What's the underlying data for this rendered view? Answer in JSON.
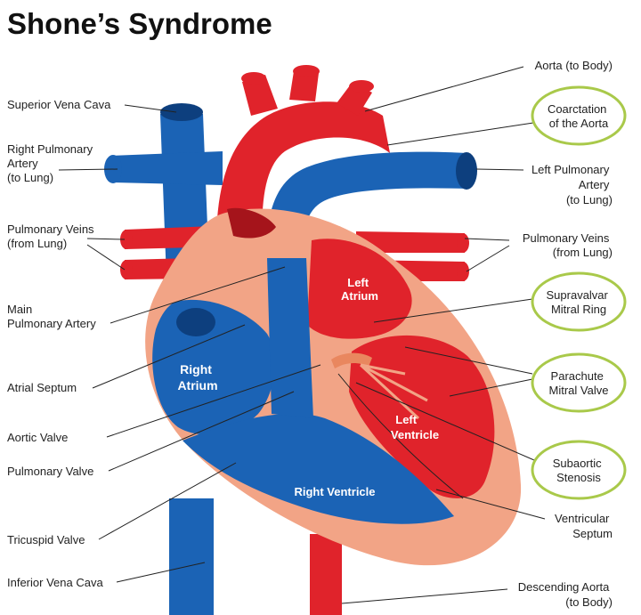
{
  "title": "Shone’s Syndrome",
  "colors": {
    "artery_red": "#e0232b",
    "artery_dark": "#a5141b",
    "vein_blue": "#1b63b5",
    "vein_dark": "#0d3f7e",
    "tissue": "#f2a486",
    "highlight_ring": "#a9c94a"
  },
  "labels_left": {
    "superior_vena_cava": [
      "Superior Vena Cava"
    ],
    "right_pulmonary_artery": [
      "Right Pulmonary",
      "Artery",
      "(to Lung)"
    ],
    "pulmonary_veins_left": [
      "Pulmonary Veins",
      "(from Lung)"
    ],
    "main_pulmonary_artery": [
      "Main",
      "Pulmonary Artery"
    ],
    "atrial_septum": [
      "Atrial Septum"
    ],
    "aortic_valve": [
      "Aortic Valve"
    ],
    "pulmonary_valve": [
      "Pulmonary Valve"
    ],
    "tricuspid_valve": [
      "Tricuspid Valve"
    ],
    "inferior_vena_cava": [
      "Inferior Vena Cava"
    ]
  },
  "labels_right": {
    "aorta_to_body": [
      "Aorta (to Body)"
    ],
    "coarctation": [
      "Coarctation",
      "of the Aorta"
    ],
    "left_pulmonary_artery": [
      "Left Pulmonary",
      "Artery",
      "(to Lung)"
    ],
    "pulmonary_veins_right": [
      "Pulmonary Veins",
      "(from Lung)"
    ],
    "supravalvar_mitral_ring": [
      "Supravalvar",
      "Mitral Ring"
    ],
    "parachute_mitral_valve": [
      "Parachute",
      "Mitral Valve"
    ],
    "subaortic_stenosis": [
      "Subaortic",
      "Stenosis"
    ],
    "ventricular_septum": [
      "Ventricular",
      "Septum"
    ],
    "descending_aorta": [
      "Descending Aorta",
      "(to Body)"
    ]
  },
  "chambers": {
    "left_atrium": [
      "Left",
      "Atrium"
    ],
    "right_atrium": [
      "Right",
      "Atrium"
    ],
    "left_ventricle": [
      "Left",
      "Ventricle"
    ],
    "right_ventricle": [
      "Right Ventricle"
    ]
  }
}
